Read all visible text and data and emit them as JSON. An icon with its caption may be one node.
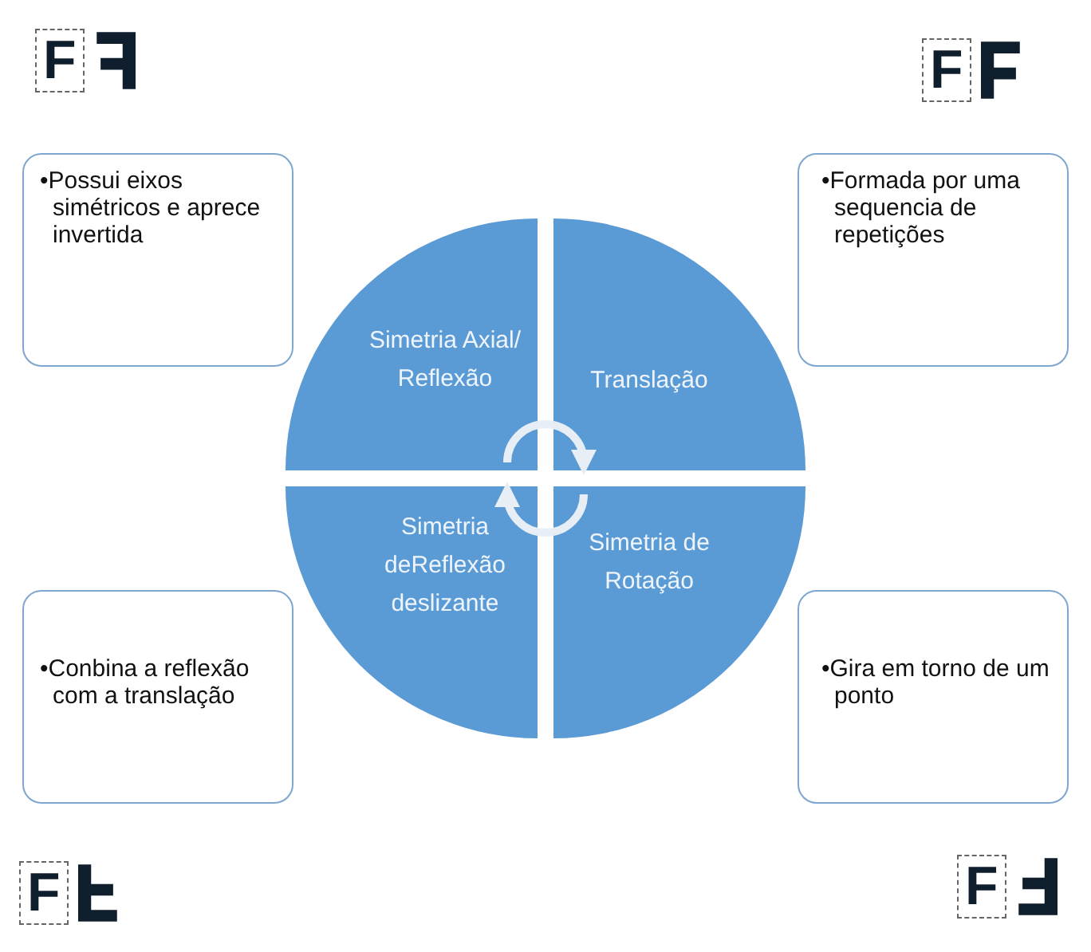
{
  "diagram": {
    "nodes": [
      {
        "text": [
          "•Possui eixos simétricos e aprece invertida"
        ]
      },
      {
        "text": [
          "•Formada por uma sequencia de repetições"
        ]
      },
      {
        "text": [
          "Simetria Axial/ Reflexão"
        ]
      },
      {
        "text": [
          "Translação"
        ]
      },
      {
        "text": [
          "Simetria deReflexão deslizante"
        ]
      },
      {
        "text": [
          "Simetria de Rotação"
        ]
      },
      {
        "text": [
          "•Conbina a reflexão com a translação"
        ]
      },
      {
        "text": [
          "•Gira em torno de um ponto"
        ]
      }
    ],
    "edges": [
      {
        "from": 2,
        "to": 3,
        "arrow": "to"
      },
      {
        "from": 5,
        "to": 4,
        "arrow": "to"
      }
    ],
    "labels": [
      "F",
      "F",
      "F",
      "F"
    ]
  }
}
